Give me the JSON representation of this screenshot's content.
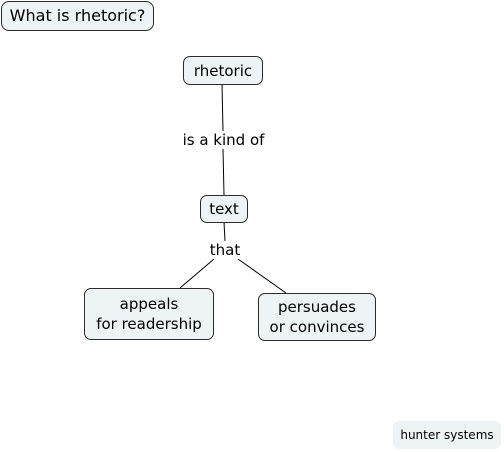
{
  "map": {
    "title": "What is rhetoric?",
    "nodes": {
      "rhetoric": "rhetoric",
      "text": "text",
      "appeals": "appeals\nfor readership",
      "persuades": "persuades\nor convinces"
    },
    "links": {
      "is_a_kind_of": "is a kind of",
      "that": "that"
    }
  },
  "footer": {
    "credit": "hunter systems"
  }
}
